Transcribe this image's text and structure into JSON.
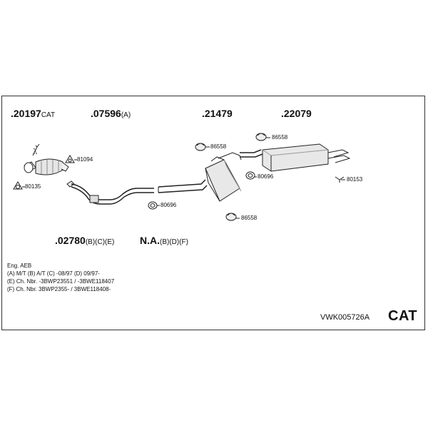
{
  "part_numbers": [
    {
      "number": ".20197",
      "suffix": "CAT"
    },
    {
      "number": ".07596",
      "suffix": "(A)"
    },
    {
      "number": ".21479",
      "suffix": ""
    },
    {
      "number": ".22079",
      "suffix": ""
    },
    {
      "number": ".02780",
      "suffix": "(B)(C)(E)"
    },
    {
      "number": "N.A.",
      "suffix": "(B)(D)(F)"
    }
  ],
  "component_labels": {
    "clamp_81094": "81094",
    "gasket_80135": "80135",
    "clamp_80696_front": "80696",
    "hanger_86558_a": "86558",
    "hanger_86558_b": "86558",
    "hanger_86558_c": "86558",
    "clamp_80696_rear": "80696",
    "bracket_80153": "80153"
  },
  "notes": [
    "Eng. AEB",
    "(A) M/T (B) A/T (C) -08/97 (D) 09/97-",
    "(E) Ch. Nbr. -3BWP23551 / -3BWE118407",
    "(F) Ch. Nbr. 3BWP2355- / 3BWE118408-"
  ],
  "kit_id": "VWK005726A",
  "badge": "CAT"
}
